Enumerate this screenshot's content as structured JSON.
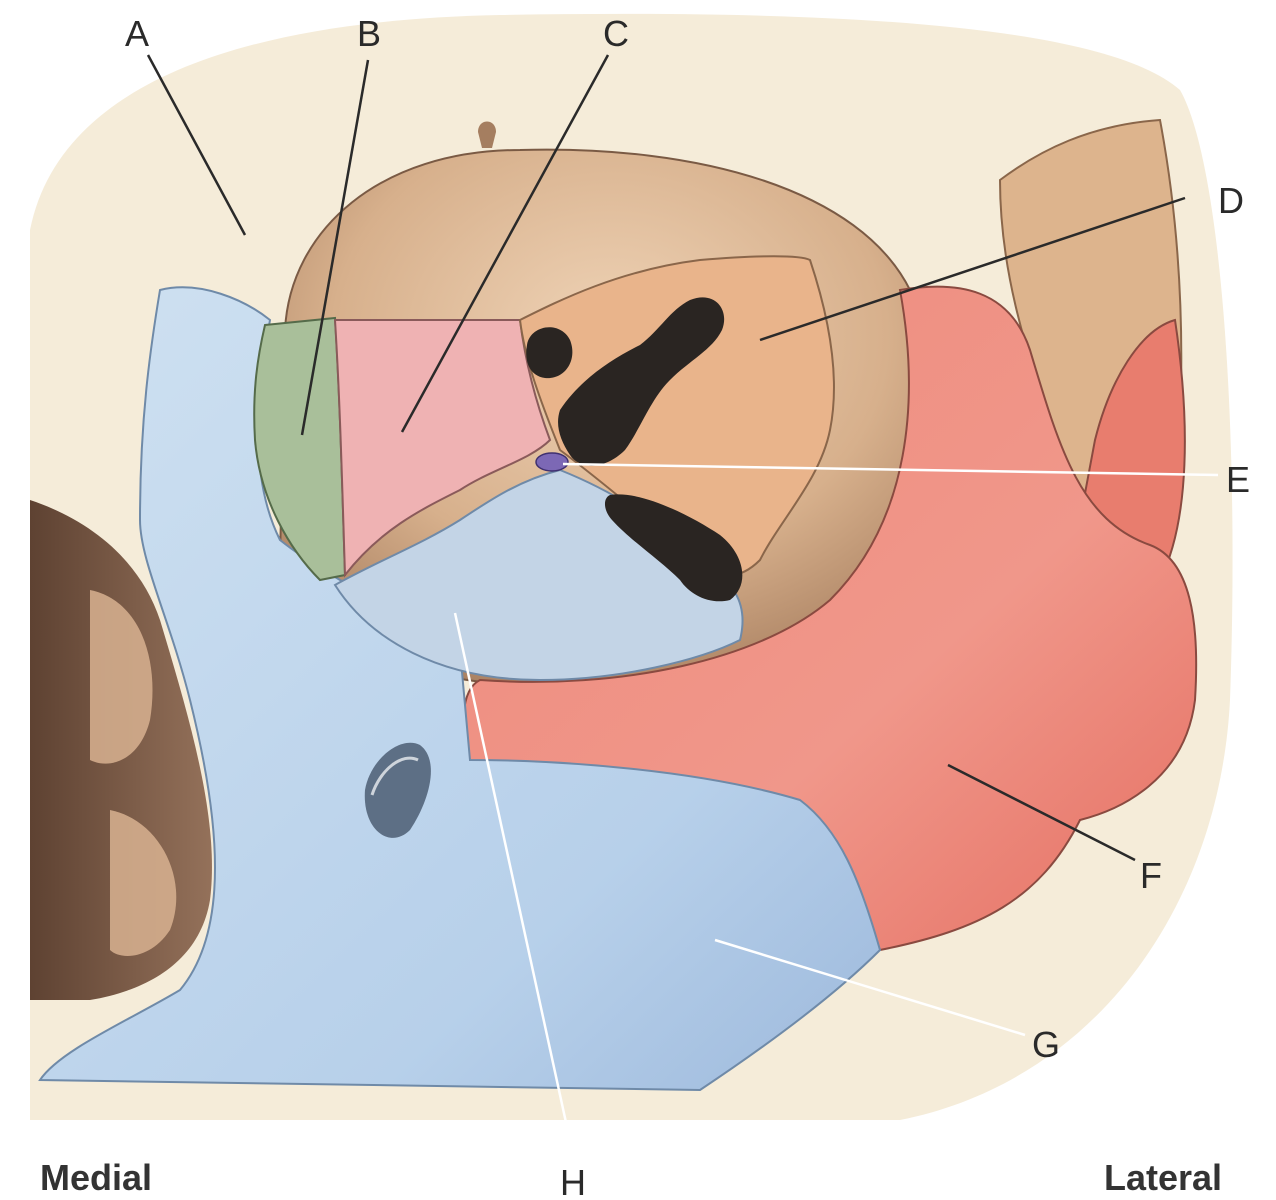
{
  "callouts": {
    "A": "A",
    "B": "B",
    "C": "C",
    "D": "D",
    "E": "E",
    "F": "F",
    "G": "G",
    "H": "H"
  },
  "orientation": {
    "medial": "Medial",
    "lateral": "Lateral"
  },
  "colors": {
    "frontal": "#f5ecd9",
    "ethmoid": "#efb2b3",
    "lacrimal": "#a9bf9a",
    "sphenoid": "#e9b48b",
    "palatine": "#7c68b5",
    "zygomatic": "#ea7a6d",
    "maxilla": "#bcd6ec",
    "orbit_roof": "#c79e7c",
    "fissure": "#2a2522",
    "nasal_cavity": "#6f5140"
  }
}
